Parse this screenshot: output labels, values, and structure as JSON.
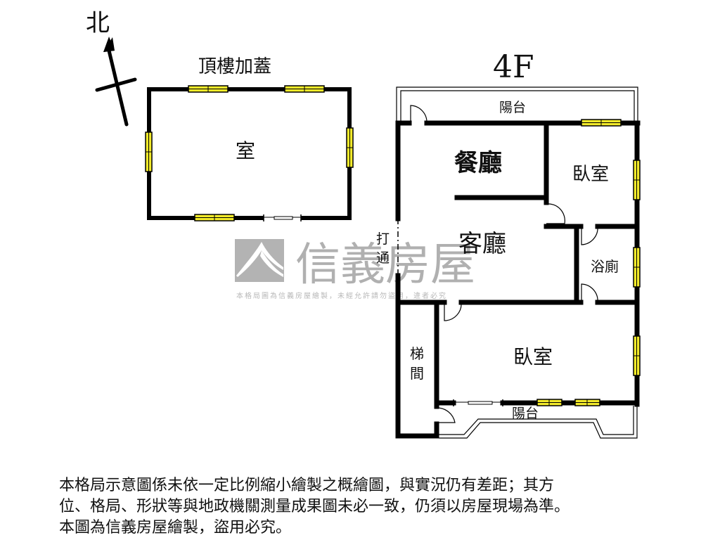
{
  "compass": {
    "label": "北"
  },
  "rooftop": {
    "title": "頂樓加蓋",
    "rooms": [
      {
        "label": "室"
      }
    ]
  },
  "floor4": {
    "title": "4F",
    "rooms": {
      "balcony_top": "陽台",
      "dining": "餐廳",
      "bedroom_1": "臥室",
      "living": "客廳",
      "bathroom": "浴廁",
      "opened_wall_1": "打",
      "opened_wall_2": "通",
      "stairwell_1": "梯",
      "stairwell_2": "間",
      "bedroom_2": "臥室",
      "balcony_bottom": "陽台"
    }
  },
  "watermark": {
    "brand": "信義房屋",
    "notice": "本格局圖為信義房屋繪製，未經允許請勿盜用，違者必究"
  },
  "disclaimer": {
    "lines": [
      "本格局示意圖係未依一定比例縮小繪製之概繪圖，與實況仍有差距；其方",
      "位、格局、形狀等與地政機關測量成果圖未必一致，仍須以房屋現場為準。",
      "本圖為信義房屋繪製，盜用必究。"
    ]
  },
  "colors": {
    "wall": "#000000",
    "window_fill": "#f2ea2a",
    "watermark": "#b0b0b0",
    "background": "#ffffff"
  }
}
